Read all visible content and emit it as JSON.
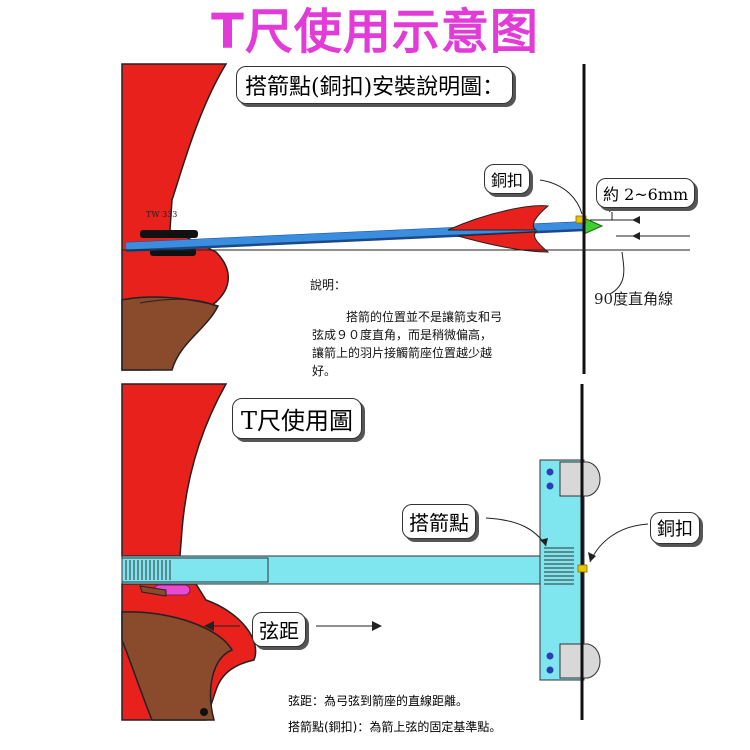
{
  "title": "T尺使用示意图",
  "top_panel": {
    "heading": "搭箭點(銅扣)安裝說明圖：",
    "callout_nock": "銅扣",
    "callout_distance": "約 2~6mm",
    "label_angle": "90度直角線",
    "bow_marking": "TW 333",
    "note_title": "說明：",
    "note_lines": [
      "搭箭的位置並不是讓箭支和弓",
      "弦成９０度直角，而是稍微偏高，",
      "讓箭上的羽片接觸箭座位置越少越",
      "好。"
    ]
  },
  "bottom_panel": {
    "heading": "T尺使用圖",
    "callout_nocking_point": "搭箭點",
    "callout_nock": "銅扣",
    "callout_brace_height": "弦距",
    "definition_brace": "弦距：為弓弦到箭座的直線距離。",
    "definition_nock": "搭箭點(銅扣)：為箭上弦的固定基準點。"
  },
  "colors": {
    "title": "#e23bd8",
    "bow_riser": "#e8211c",
    "grip": "#8a4a2c",
    "arrow": "#2f7fd6",
    "fletching": "#e8211c",
    "t_square": "#7fe6f0",
    "arrow_rest": "#e84bd0",
    "nock": "#e8c400"
  }
}
